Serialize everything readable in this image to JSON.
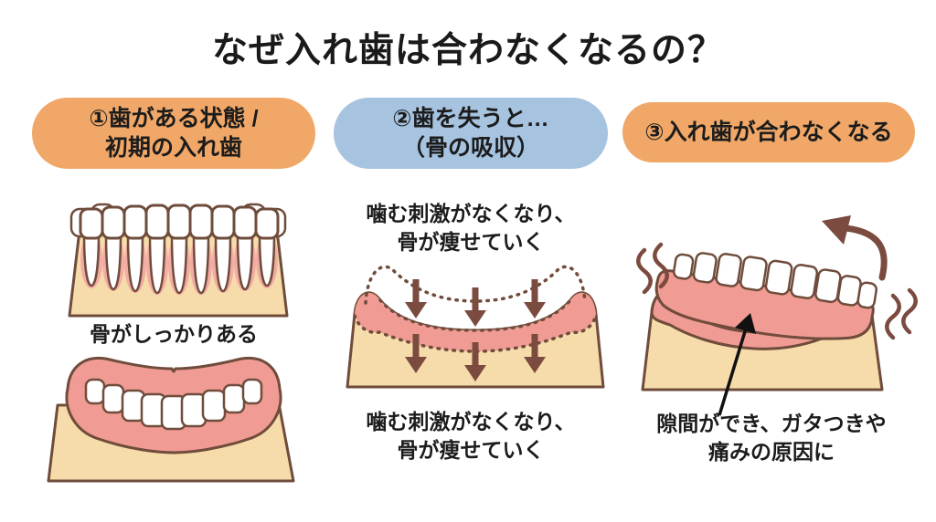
{
  "title": "なぜ入れ歯は合わなくなるの？",
  "columns": {
    "col1": {
      "header_line1": "①歯がある状態 /",
      "header_line2": "初期の入れ歯",
      "caption": "骨がしっかりある"
    },
    "col2": {
      "header_line1": "②歯を失うと…",
      "header_line2": "（骨の吸収）",
      "note_top_line1": "噛む刺激がなくなり、",
      "note_top_line2": "骨が痩せていく",
      "note_bottom_line1": "噛む刺激がなくなり、",
      "note_bottom_line2": "骨が痩せていく"
    },
    "col3": {
      "header_line1": "③入れ歯が合わなくなる",
      "caption_line1": "隙間ができ、ガタつきや",
      "caption_line2": "痛みの原因に"
    }
  },
  "icons": {
    "bone_resorption_arrows": "down-arrow-icon",
    "denture_lift_arrow": "curved-arrow-icon",
    "rattle_marks": "vibration-squiggle-icon",
    "gap_pointer": "straight-arrow-icon"
  },
  "colors": {
    "header_orange": "#F0A767",
    "header_blue": "#A6C3E0",
    "bone_tan": "#F7DCAB",
    "gum_pink": "#F09B94",
    "root_halo_pink": "#F3ABA5",
    "outline_brown": "#6F4C3B",
    "arrow_brown": "#7B4B3F",
    "pointer_black": "#111111",
    "text_black": "#1C1C1C",
    "background": "#FFFFFF"
  }
}
